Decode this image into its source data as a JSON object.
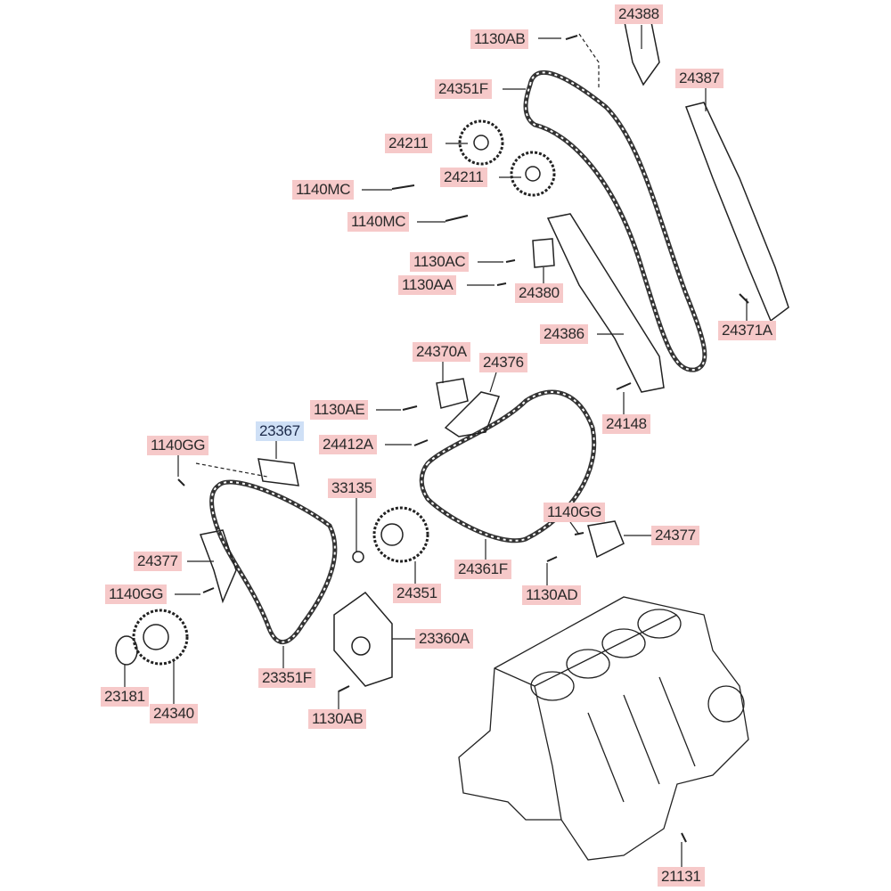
{
  "diagram": {
    "title": "Timing chain parts diagram",
    "colors": {
      "label_bg": "#f6c9c9",
      "selected_label_bg": "#cfe0f6",
      "line": "#222222"
    },
    "labels": [
      {
        "text": "24388"
      },
      {
        "text": "1130AB"
      },
      {
        "text": "24351F"
      },
      {
        "text": "24387"
      },
      {
        "text": "24211"
      },
      {
        "text": "24211"
      },
      {
        "text": "1140MC"
      },
      {
        "text": "1140MC"
      },
      {
        "text": "1130AC"
      },
      {
        "text": "1130AA"
      },
      {
        "text": "24380"
      },
      {
        "text": "24386"
      },
      {
        "text": "24371A"
      },
      {
        "text": "24370A"
      },
      {
        "text": "24376"
      },
      {
        "text": "1130AE"
      },
      {
        "text": "24148"
      },
      {
        "text": "23367",
        "selected": true
      },
      {
        "text": "24412A"
      },
      {
        "text": "1140GG"
      },
      {
        "text": "33135"
      },
      {
        "text": "1140GG"
      },
      {
        "text": "24377"
      },
      {
        "text": "24377"
      },
      {
        "text": "24361F"
      },
      {
        "text": "24351"
      },
      {
        "text": "1140GG"
      },
      {
        "text": "1130AD"
      },
      {
        "text": "23360A"
      },
      {
        "text": "23351F"
      },
      {
        "text": "23181"
      },
      {
        "text": "24340"
      },
      {
        "text": "1130AB"
      },
      {
        "text": "21131"
      }
    ]
  }
}
